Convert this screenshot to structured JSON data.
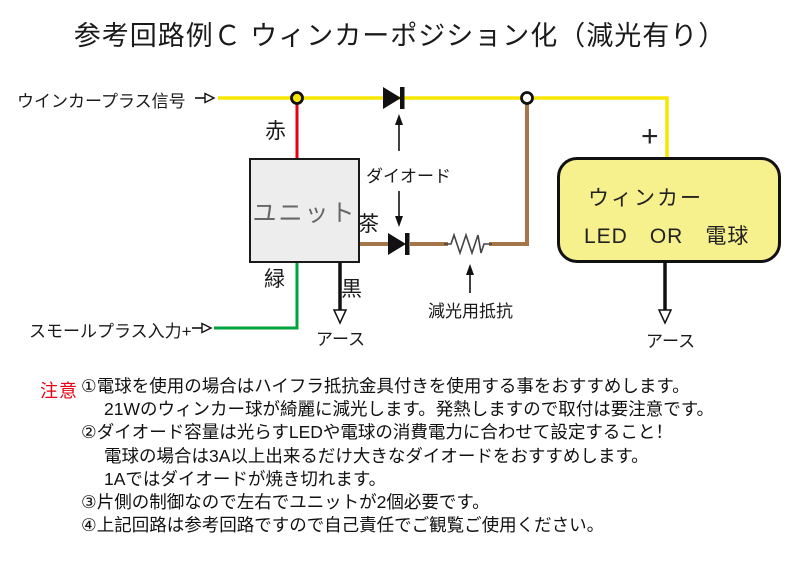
{
  "title": "参考回路例Ｃ ウィンカーポジション化（減光有り）",
  "circuit": {
    "input_winker": "ウインカープラス信号",
    "input_small": "スモールプラス入力+",
    "wire_labels": {
      "red": "赤",
      "brown": "茶",
      "green": "緑",
      "black": "黒"
    },
    "diode_label": "ダイオード",
    "resistor_label": "減光用抵抗",
    "plus_label": "+",
    "ground_left": "アース",
    "ground_right": "アース",
    "unit_box": "ユニット",
    "winker_box": {
      "line1": "ウィンカー",
      "line2": "LED　OR　電球"
    }
  },
  "notes": {
    "heading": "注意",
    "lines": [
      "①電球を使用の場合はハイフラ抵抗金具付きを使用する事をおすすめします。",
      "21Wのウィンカー球が綺麗に減光します。発熱しますので取付は要注意です。",
      "②ダイオード容量は光らすLEDや電球の消費電力に合わせて設定すること！",
      "電球の場合は3A以上出来るだけ大きなダイオードをおすすめします。",
      "1Aではダイオードが焼き切れます。",
      "③片側の制御なので左右でユニットが2個必要です。",
      "④上記回路は参考回路ですので自己責任でご観覧ご使用ください。"
    ]
  },
  "colors": {
    "wire_yellow": "#F7E700",
    "wire_red": "#E60012",
    "wire_green": "#00A33E",
    "wire_brown": "#A5764A",
    "wire_black": "#111111",
    "winker_box_fill": "#F6F08D",
    "unit_box_fill": "#EDEDED",
    "warning_red": "#E60012"
  }
}
